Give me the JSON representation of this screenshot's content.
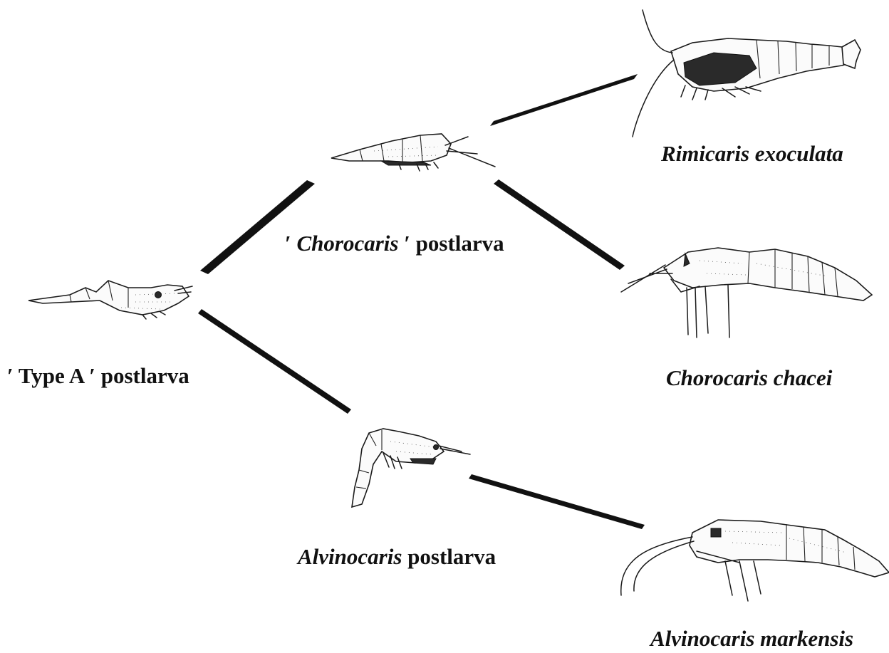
{
  "labels": {
    "type_a": {
      "prefix": "′ ",
      "name": "Type A",
      "suffix": " ′ postlarva"
    },
    "chorocaris_postlarva": {
      "prefix": "′ ",
      "name": "Chorocaris",
      "suffix": " ′ postlarva"
    },
    "alvinocaris_postlarva": {
      "name": "Alvinocaris",
      "suffix": " postlarva"
    },
    "rimicaris_exoculata": "Rimicaris exoculata",
    "chorocaris_chacei": "Chorocaris chacei",
    "alvinocaris_markensis": "Alvinocaris markensis"
  },
  "colors": {
    "ink": "#111111",
    "background": "#ffffff"
  }
}
